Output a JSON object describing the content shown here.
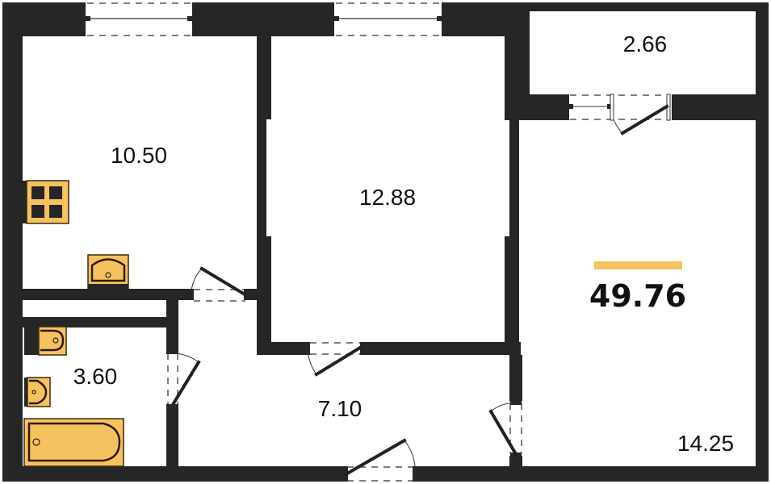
{
  "plan": {
    "type": "apartment-floor-plan",
    "total_area": "49.76",
    "accent_color": "#f6c25f",
    "wall_color": "#262626",
    "rooms": [
      {
        "id": "kitchen",
        "area": "10.50"
      },
      {
        "id": "room",
        "area": "12.88"
      },
      {
        "id": "balcony",
        "area": "2.66"
      },
      {
        "id": "bathroom",
        "area": "3.60"
      },
      {
        "id": "hallway",
        "area": "7.10"
      },
      {
        "id": "living-room",
        "area": "14.25"
      }
    ],
    "fixtures": [
      "stove-icon",
      "kitchen-sink-icon",
      "toilet-icon",
      "washbasin-icon",
      "bathtub-icon"
    ]
  }
}
